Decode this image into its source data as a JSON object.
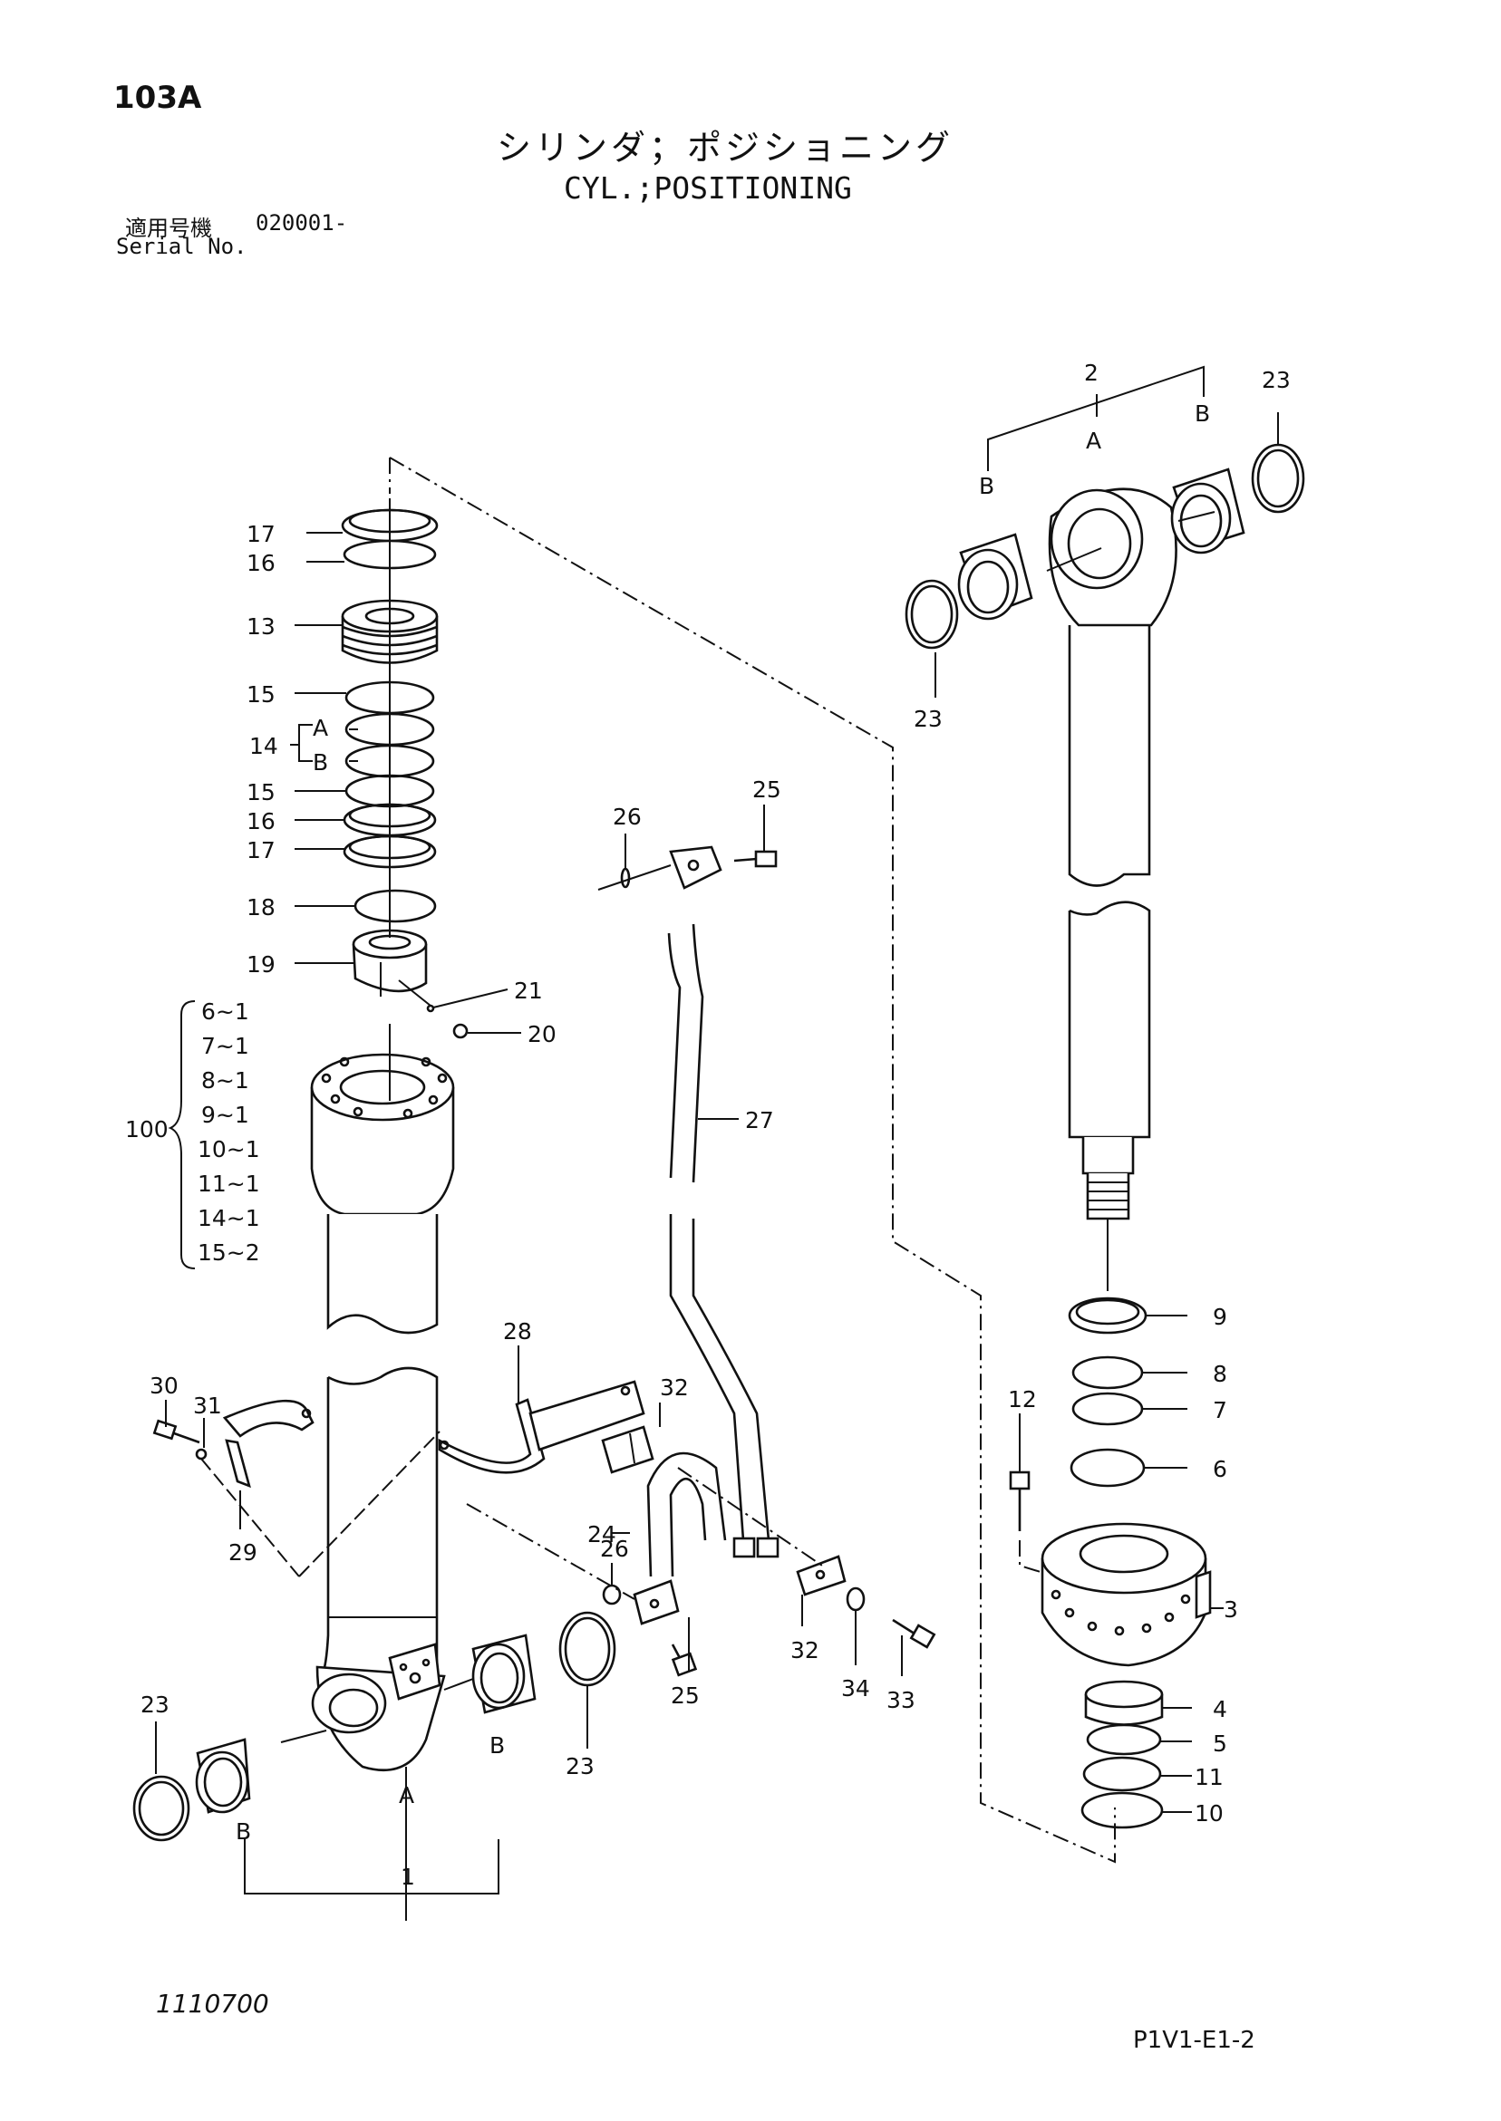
{
  "header": {
    "page_number": "103A",
    "title_jp": "シリンダ；ポジショニング",
    "title_en": "CYL.;POSITIONING",
    "serial_label_jp": "適用号機",
    "serial_value": "020001-",
    "serial_label_en": "Serial No."
  },
  "footer": {
    "doc_number": "1110700",
    "page_code": "P1V1-E1-2"
  },
  "callouts": {
    "c1": "1",
    "c2": "2",
    "c3": "3",
    "c4": "4",
    "c5": "5",
    "c6": "6",
    "c7": "7",
    "c8": "8",
    "c9": "9",
    "c10": "10",
    "c11": "11",
    "c12": "12",
    "c13": "13",
    "c14": "14",
    "c15a": "15",
    "c15b": "15",
    "c16a": "16",
    "c16b": "16",
    "c17a": "17",
    "c17b": "17",
    "c18": "18",
    "c19": "19",
    "c20": "20",
    "c21": "21",
    "c23a": "23",
    "c23b": "23",
    "c23c": "23",
    "c23d": "23",
    "c24": "24",
    "c25a": "25",
    "c25b": "25",
    "c26a": "26",
    "c26b": "26",
    "c27": "27",
    "c28": "28",
    "c29": "29",
    "c30": "30",
    "c31": "31",
    "c32a": "32",
    "c32b": "32",
    "c33": "33",
    "c34": "34",
    "c100": "100",
    "cA1": "A",
    "cB1": "B",
    "cB2": "B",
    "cA2": "A",
    "cB3": "B",
    "cB4": "B",
    "c14A": "A",
    "c14B": "B"
  },
  "kit_100": [
    "6~1",
    "7~1",
    "8~1",
    "9~1",
    "10~1",
    "11~1",
    "14~1",
    "15~2"
  ]
}
